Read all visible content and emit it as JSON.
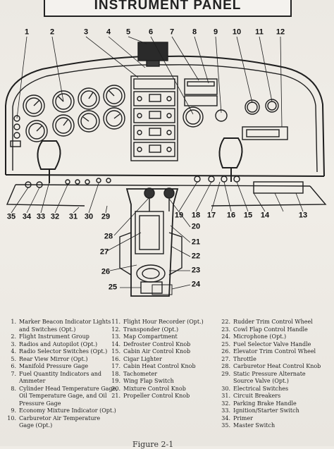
{
  "title": "INSTRUMENT PANEL",
  "callouts": {
    "top": [
      "1",
      "2",
      "3",
      "4",
      "5",
      "6",
      "7",
      "8",
      "9",
      "10",
      "11",
      "12"
    ],
    "bottom": [
      "35",
      "34",
      "33",
      "32",
      "31",
      "30",
      "29",
      "19",
      "18",
      "17",
      "16",
      "15",
      "14",
      "13"
    ],
    "column": [
      "28",
      "27",
      "26",
      "25",
      "20",
      "21",
      "22",
      "23",
      "24"
    ]
  },
  "legend": {
    "col1": [
      {
        "n": "1.",
        "t": "Marker Beacon Indicator Lights"
      },
      {
        "n": "",
        "t": "and Switches (Opt.)"
      },
      {
        "n": "2.",
        "t": "Flight Instrument Group"
      },
      {
        "n": "3.",
        "t": "Radios and Autopilot (Opt.)"
      },
      {
        "n": "4.",
        "t": "Radio Selector Switches (Opt.)"
      },
      {
        "n": "5.",
        "t": "Rear View Mirror (Opt.)"
      },
      {
        "n": "6.",
        "t": "Manifold Pressure Gage"
      },
      {
        "n": "7.",
        "t": "Fuel Quantity Indicators and"
      },
      {
        "n": "",
        "t": "Ammeter"
      },
      {
        "n": "8.",
        "t": "Cylinder Head Temperature Gage,"
      },
      {
        "n": "",
        "t": "Oil Temperature Gage, and Oil"
      },
      {
        "n": "",
        "t": "Pressure Gage"
      },
      {
        "n": "9.",
        "t": "Economy Mixture Indicator (Opt.)"
      },
      {
        "n": "10.",
        "t": "Carburetor Air Temperature"
      },
      {
        "n": "",
        "t": "Gage (Opt.)"
      }
    ],
    "col2": [
      {
        "n": "11.",
        "t": "Flight Hour Recorder (Opt.)"
      },
      {
        "n": "12.",
        "t": "Transponder (Opt.)"
      },
      {
        "n": "13.",
        "t": "Map Compartment"
      },
      {
        "n": "14.",
        "t": "Defroster Control Knob"
      },
      {
        "n": "15.",
        "t": "Cabin Air Control Knob"
      },
      {
        "n": "16.",
        "t": "Cigar Lighter"
      },
      {
        "n": "17.",
        "t": "Cabin Heat Control Knob"
      },
      {
        "n": "18.",
        "t": "Tachometer"
      },
      {
        "n": "19.",
        "t": "Wing Flap Switch"
      },
      {
        "n": "20.",
        "t": "Mixture Control Knob"
      },
      {
        "n": "21.",
        "t": "Propeller Control Knob"
      }
    ],
    "col3": [
      {
        "n": "22.",
        "t": "Rudder Trim Control Wheel"
      },
      {
        "n": "23.",
        "t": "Cowl Flap Control Handle"
      },
      {
        "n": "24.",
        "t": "Microphone (Opt.)"
      },
      {
        "n": "25.",
        "t": "Fuel Selector Valve Handle"
      },
      {
        "n": "26.",
        "t": "Elevator Trim Control Wheel"
      },
      {
        "n": "27.",
        "t": "Throttle"
      },
      {
        "n": "28.",
        "t": "Carburetor Heat Control Knob"
      },
      {
        "n": "29.",
        "t": "Static Pressure Alternate"
      },
      {
        "n": "",
        "t": "Source Valve (Opt.)"
      },
      {
        "n": "30.",
        "t": "Electrical Switches"
      },
      {
        "n": "31.",
        "t": "Circuit Breakers"
      },
      {
        "n": "32.",
        "t": "Parking Brake Handle"
      },
      {
        "n": "33.",
        "t": "Ignition/Starter Switch"
      },
      {
        "n": "34.",
        "t": "Primer"
      },
      {
        "n": "35.",
        "t": "Master Switch"
      }
    ]
  },
  "caption": "Figure 2-1"
}
